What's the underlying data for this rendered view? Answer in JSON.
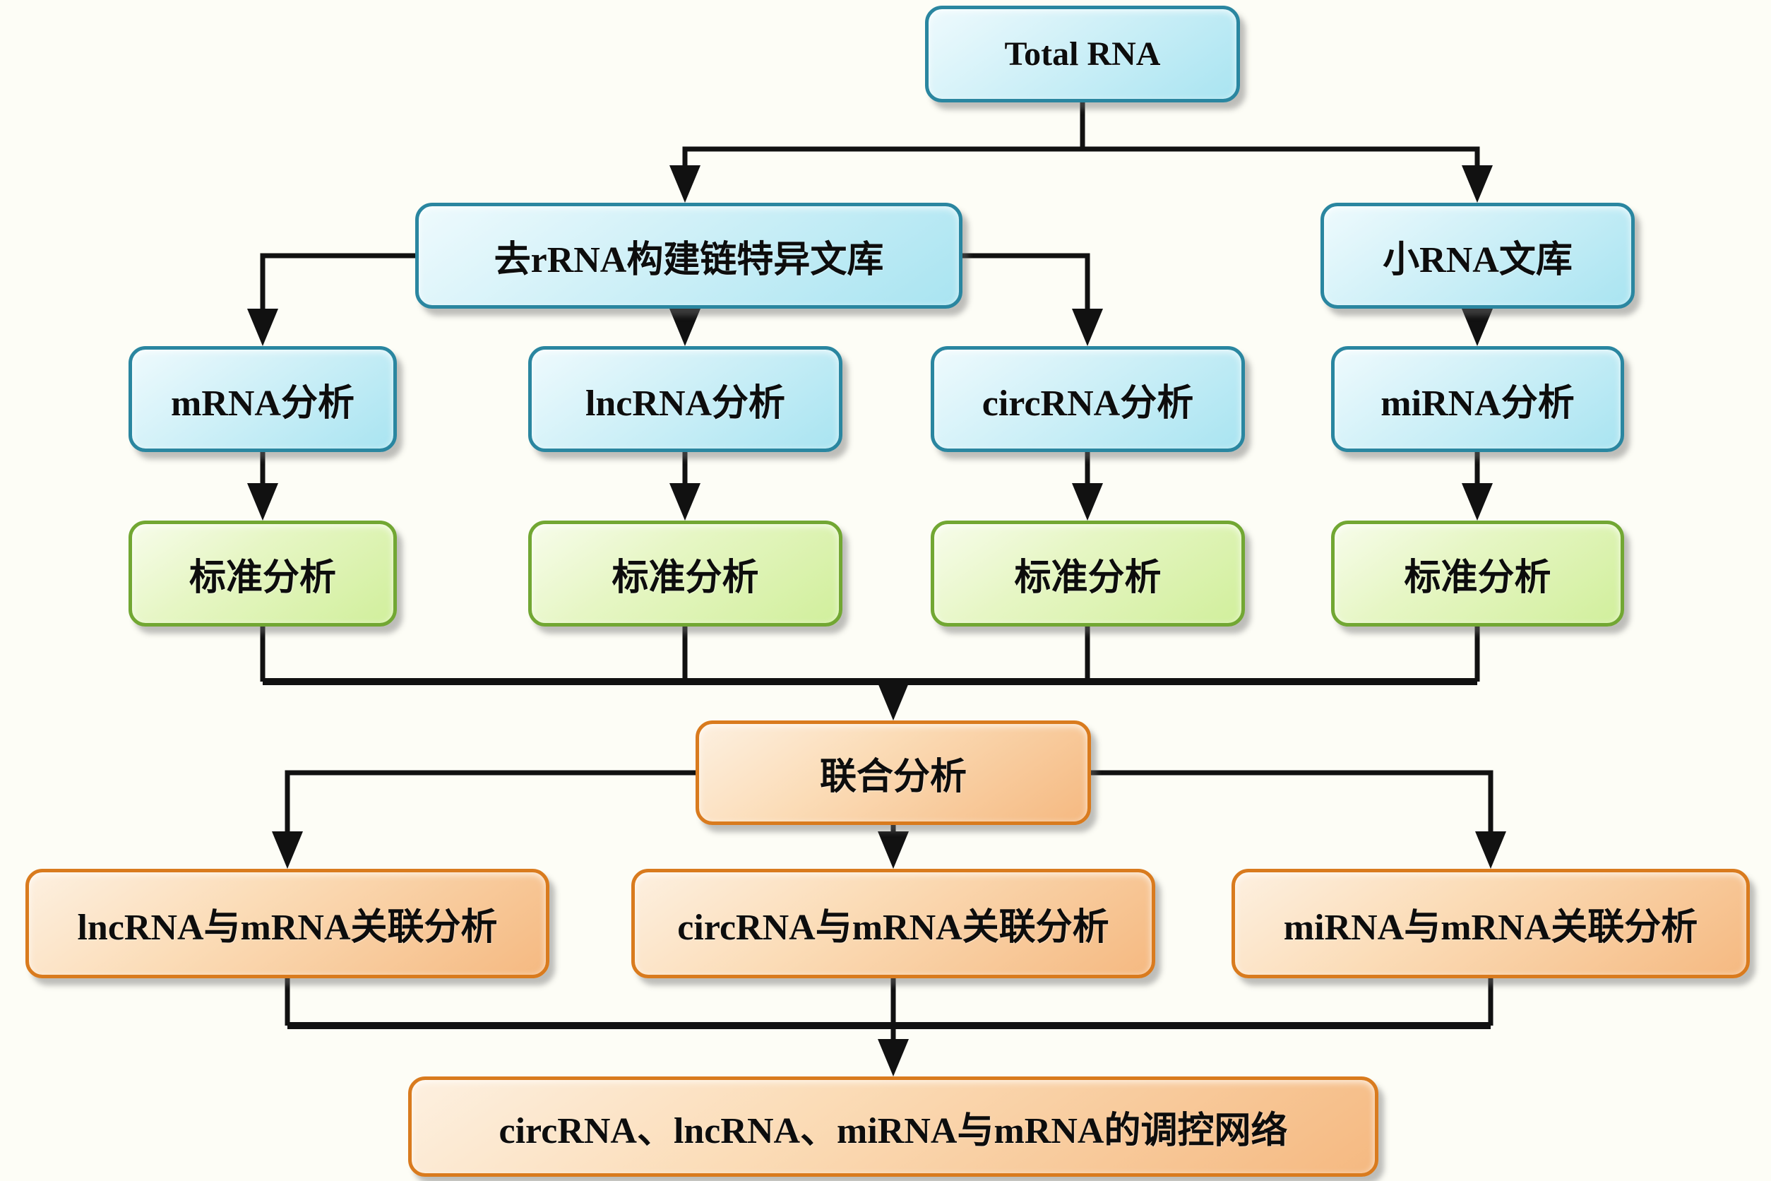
{
  "diagram": {
    "type": "flowchart",
    "nodes": {
      "total_rna": {
        "label": "Total RNA",
        "color_group": "blue"
      },
      "derrna_lib": {
        "label": "去rRNA构建链特异文库",
        "color_group": "blue"
      },
      "small_rna_lib": {
        "label": "小RNA文库",
        "color_group": "blue"
      },
      "mrna": {
        "label": "mRNA分析",
        "color_group": "blue"
      },
      "lncrna": {
        "label": "lncRNA分析",
        "color_group": "blue"
      },
      "circrna": {
        "label": "circRNA分析",
        "color_group": "blue"
      },
      "mirna": {
        "label": "miRNA分析",
        "color_group": "blue"
      },
      "std_mrna": {
        "label": "标准分析",
        "color_group": "green"
      },
      "std_lncrna": {
        "label": "标准分析",
        "color_group": "green"
      },
      "std_circrna": {
        "label": "标准分析",
        "color_group": "green"
      },
      "std_mirna": {
        "label": "标准分析",
        "color_group": "green"
      },
      "joint": {
        "label": "联合分析",
        "color_group": "orange"
      },
      "lnc_mrna_rel": {
        "label": "lncRNA与mRNA关联分析",
        "color_group": "orange"
      },
      "circ_mrna_rel": {
        "label": "circRNA与mRNA关联分析",
        "color_group": "orange"
      },
      "mir_mrna_rel": {
        "label": "miRNA与mRNA关联分析",
        "color_group": "orange"
      },
      "network": {
        "label": "circRNA、lncRNA、miRNA与mRNA的调控网络",
        "color_group": "orange"
      }
    },
    "edges": [
      {
        "from": "total_rna",
        "to": "derrna_lib"
      },
      {
        "from": "total_rna",
        "to": "small_rna_lib"
      },
      {
        "from": "derrna_lib",
        "to": "mrna"
      },
      {
        "from": "derrna_lib",
        "to": "lncrna"
      },
      {
        "from": "derrna_lib",
        "to": "circrna"
      },
      {
        "from": "small_rna_lib",
        "to": "mirna"
      },
      {
        "from": "mrna",
        "to": "std_mrna"
      },
      {
        "from": "lncrna",
        "to": "std_lncrna"
      },
      {
        "from": "circrna",
        "to": "std_circrna"
      },
      {
        "from": "mirna",
        "to": "std_mirna"
      },
      {
        "from": "std_mrna",
        "to": "joint"
      },
      {
        "from": "std_lncrna",
        "to": "joint"
      },
      {
        "from": "std_circrna",
        "to": "joint"
      },
      {
        "from": "std_mirna",
        "to": "joint"
      },
      {
        "from": "joint",
        "to": "lnc_mrna_rel"
      },
      {
        "from": "joint",
        "to": "circ_mrna_rel"
      },
      {
        "from": "joint",
        "to": "mir_mrna_rel"
      },
      {
        "from": "lnc_mrna_rel",
        "to": "network"
      },
      {
        "from": "circ_mrna_rel",
        "to": "network"
      },
      {
        "from": "mir_mrna_rel",
        "to": "network"
      }
    ],
    "colors": {
      "blue_border": "#2a86a0",
      "blue_fill_top": "#eefafd",
      "blue_fill_bottom": "#a9e4f1",
      "green_border": "#72a733",
      "green_fill_top": "#f7fcea",
      "green_fill_bottom": "#d1ef9c",
      "orange_border": "#d97b1e",
      "orange_fill_top": "#fdf0e0",
      "orange_fill_bottom": "#f5b981",
      "line": "#111111",
      "background": "#fdfdf6"
    }
  }
}
